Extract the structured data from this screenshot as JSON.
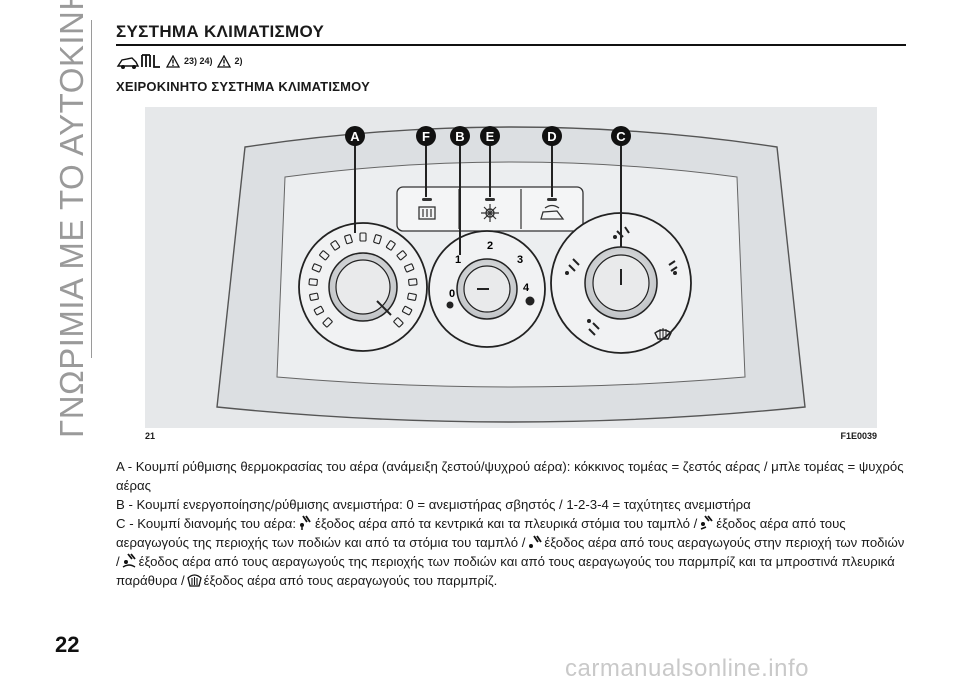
{
  "sidebar": {
    "title": "ΓΝΩΡΙΜΙΑ ΜΕ ΤΟ ΑΥΤΟΚΙΝΗΤΟ"
  },
  "page": {
    "number": "22"
  },
  "header": {
    "section_title": "ΣΥΣΤΗΜΑ ΚΛΙΜΑΤΙΣΜΟΥ",
    "warning_refs_1": "23) 24)",
    "warning_refs_2": "2)",
    "subsection_title": "ΧΕΙΡΟΚΙΝΗΤΟ ΣΥΣΤΗΜΑ ΚΛΙΜΑΤΙΣΜΟΥ"
  },
  "figure": {
    "number": "21",
    "code": "F1E0039",
    "callouts": [
      "A",
      "F",
      "B",
      "E",
      "D",
      "C"
    ],
    "fan_speeds": [
      "0",
      "1",
      "2",
      "3",
      "4"
    ]
  },
  "description": {
    "line_a": "A - Κουμπί ρύθμισης θερμοκρασίας του αέρα (ανάμειξη ζεστού/ψυχρού αέρα): κόκκινος τομέας = ζεστός αέρας / μπλε τομέας = ψυχρός αέρας",
    "line_b": "B - Κουμπί ενεργοποίησης/ρύθμισης ανεμιστήρα: 0 = ανεμιστήρας σβηστός / 1-2-3-4 = ταχύτητες ανεμιστήρα",
    "c_intro": "C - Κουμπί διανομής του αέρα:",
    "c_part1": "έξοδος αέρα από τα κεντρικά και τα πλευρικά στόμια του ταμπλό /",
    "c_part2": "έξοδος αέρα από τους αεραγωγούς της περιοχής των ποδιών και από τα στόμια του ταμπλό /",
    "c_part3": "έξοδος αέρα από τους αεραγωγούς στην περιοχή των ποδιών /",
    "c_part4": "έξοδος αέρα από τους αεραγωγούς της περιοχής των ποδιών και από τους αεραγωγούς του παρμπρίζ και τα μπροστινά πλευρικά παράθυρα /",
    "c_part5": "έξοδος αέρα από τους αεραγωγούς του παρμπρίζ."
  },
  "watermark": {
    "text": "carmanualsonline.info"
  }
}
